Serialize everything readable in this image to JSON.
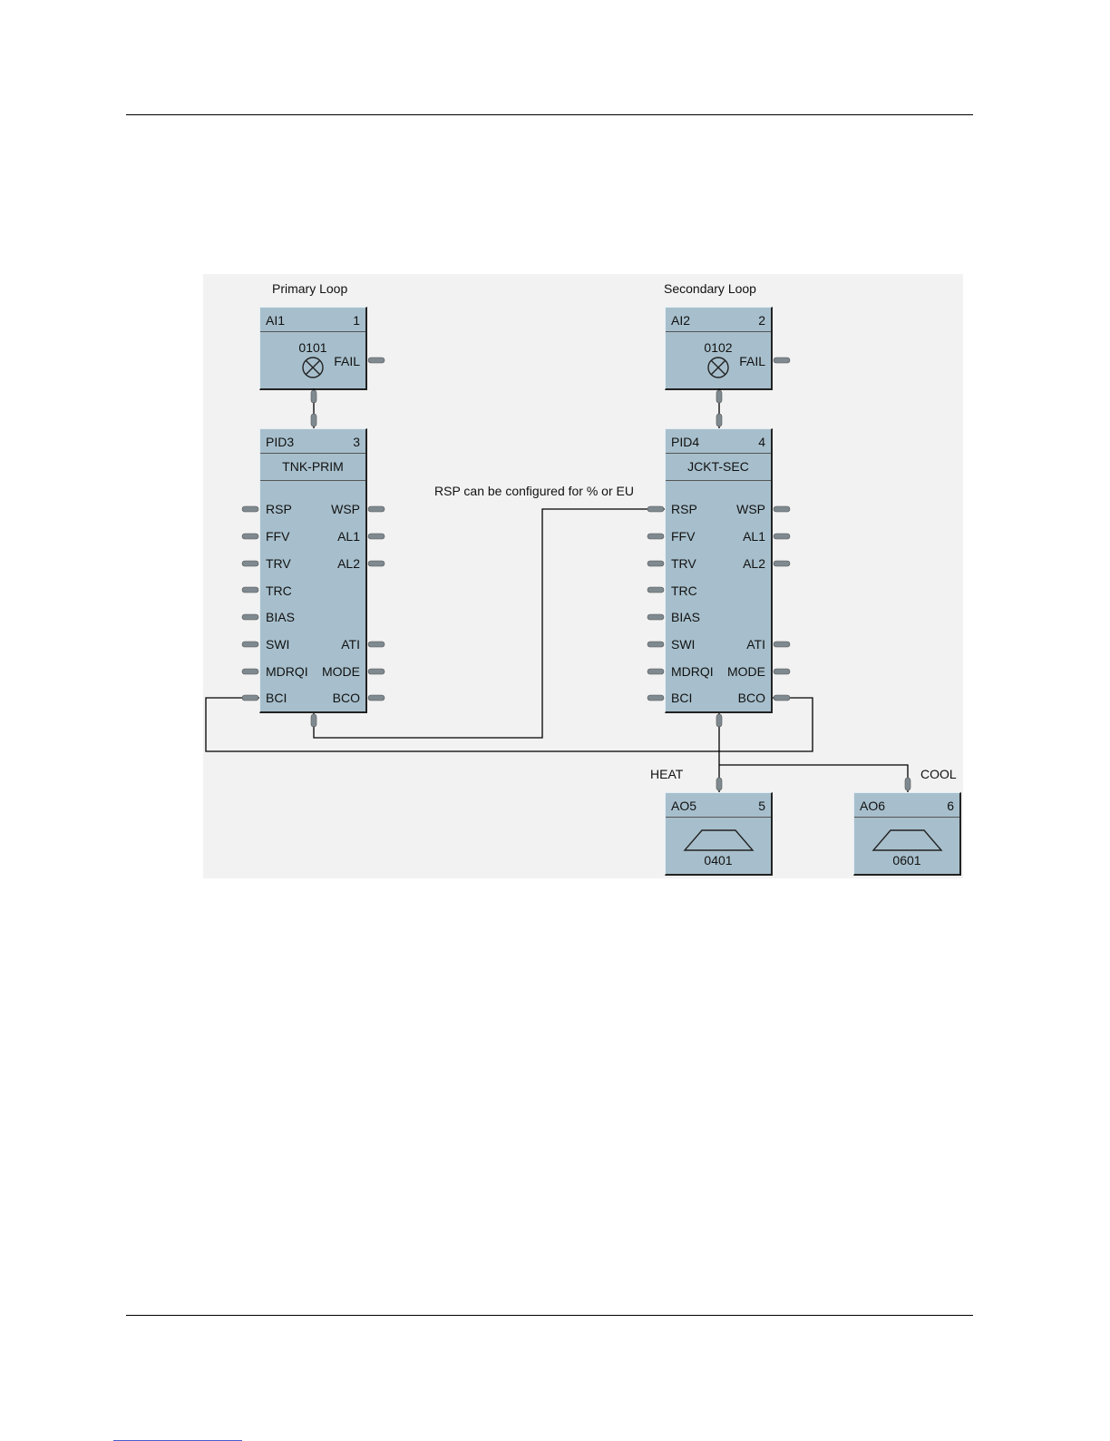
{
  "primary_title": "Primary Loop",
  "secondary_title": "Secondary Loop",
  "annotation_rsp": "RSP can be configured for % or EU",
  "label_heat": "HEAT",
  "label_cool": "COOL",
  "blocks": {
    "ai1": {
      "id": "AI1",
      "num": "1",
      "addr": "0101",
      "out": "FAIL"
    },
    "ai2": {
      "id": "AI2",
      "num": "2",
      "addr": "0102",
      "out": "FAIL"
    },
    "pid3": {
      "id": "PID3",
      "num": "3",
      "tag": "TNK-PRIM"
    },
    "pid4": {
      "id": "PID4",
      "num": "4",
      "tag": "JCKT-SEC"
    },
    "ao5": {
      "id": "AO5",
      "num": "5",
      "addr": "0401"
    },
    "ao6": {
      "id": "AO6",
      "num": "6",
      "addr": "0601"
    }
  },
  "pid_pins": {
    "left": [
      "RSP",
      "FFV",
      "TRV",
      "TRC",
      "BIAS",
      "SWI",
      "MDRQI",
      "BCI"
    ],
    "right": [
      "WSP",
      "AL1",
      "AL2",
      "",
      "",
      "ATI",
      "MODE",
      "BCO"
    ]
  },
  "colors": {
    "block_fill": "#a7bfcc",
    "pin": "#7f8a90",
    "wire": "#000000",
    "background": "#f2f2f2"
  }
}
